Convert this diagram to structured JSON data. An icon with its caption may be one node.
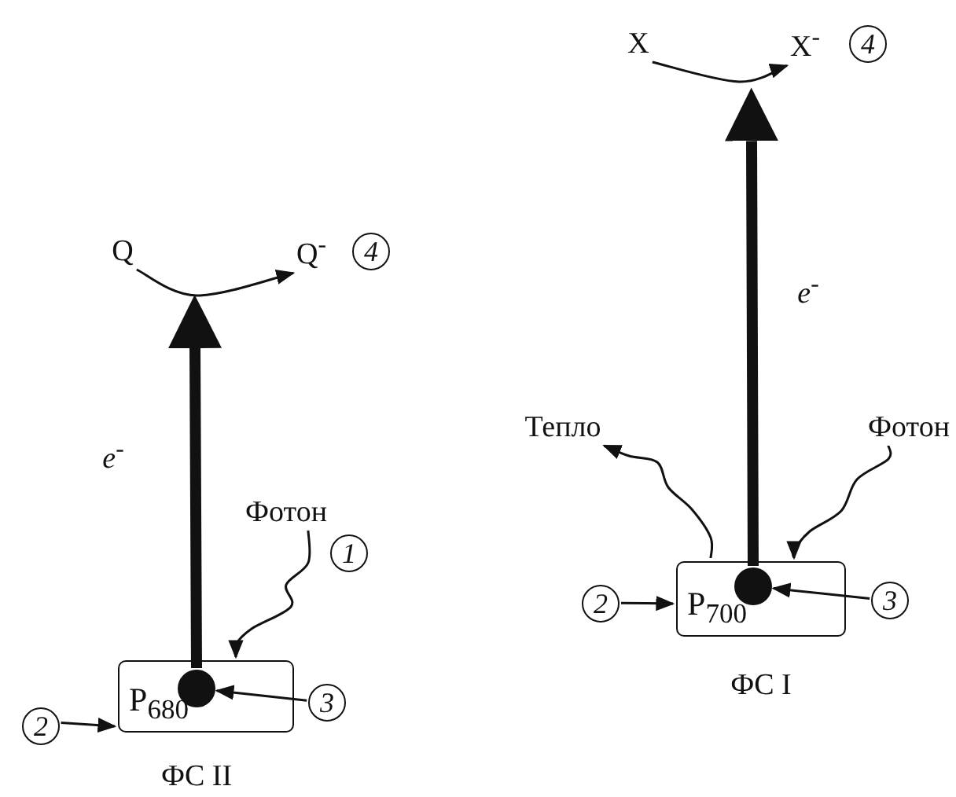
{
  "diagram": {
    "nodes": [
      {
        "text": [
          "Q"
        ]
      },
      {
        "text": [
          "Q$^{-}$"
        ]
      },
      {
        "text": [
          "Фотон"
        ]
      },
      {
        "text": [
          "2"
        ]
      },
      {
        "text": [
          "P$_{680}$"
        ],
        "beside": [
          "ФС II"
        ]
      },
      {
        "text": [],
        "shape": "circle",
        "in": 4
      },
      {
        "text": [
          "3"
        ]
      },
      {
        "text": [
          "X"
        ]
      },
      {
        "text": [
          "X$^{-}$"
        ]
      },
      {
        "text": [
          "Тепло"
        ]
      },
      {
        "text": [
          "Фотон"
        ]
      },
      {
        "text": [
          "2"
        ]
      },
      {
        "text": [
          "P$_{700}$"
        ],
        "beside": [
          "ФС I"
        ]
      },
      {
        "text": [],
        "shape": "circle",
        "in": 12
      },
      {
        "text": [
          "3"
        ]
      },
      {
        "text": [
          "4"
        ]
      },
      {
        "text": [
          "1"
        ]
      },
      {
        "text": [
          "4"
        ]
      }
    ],
    "edges": [
      {
        "from": 0,
        "to": 1,
        "arrow": "to"
      },
      {
        "from": 5,
        "to": 0,
        "arrow": "to",
        "label": "e$^{-}$",
        "style": "thick"
      },
      {
        "from": 2,
        "to": 4,
        "arrow": "to"
      },
      {
        "from": 3,
        "to": 4,
        "arrow": "to"
      },
      {
        "from": 6,
        "to": 5,
        "arrow": "to"
      },
      {
        "from": 7,
        "to": 8,
        "arrow": "to"
      },
      {
        "from": 13,
        "to": 8,
        "arrow": "to",
        "label": "e$^{-}$",
        "style": "thick"
      },
      {
        "from": 12,
        "to": 9,
        "arrow": "to"
      },
      {
        "from": 10,
        "to": 12,
        "arrow": "to"
      },
      {
        "from": 11,
        "to": 12,
        "arrow": "to"
      },
      {
        "from": 14,
        "to": 13,
        "arrow": "to"
      }
    ]
  }
}
